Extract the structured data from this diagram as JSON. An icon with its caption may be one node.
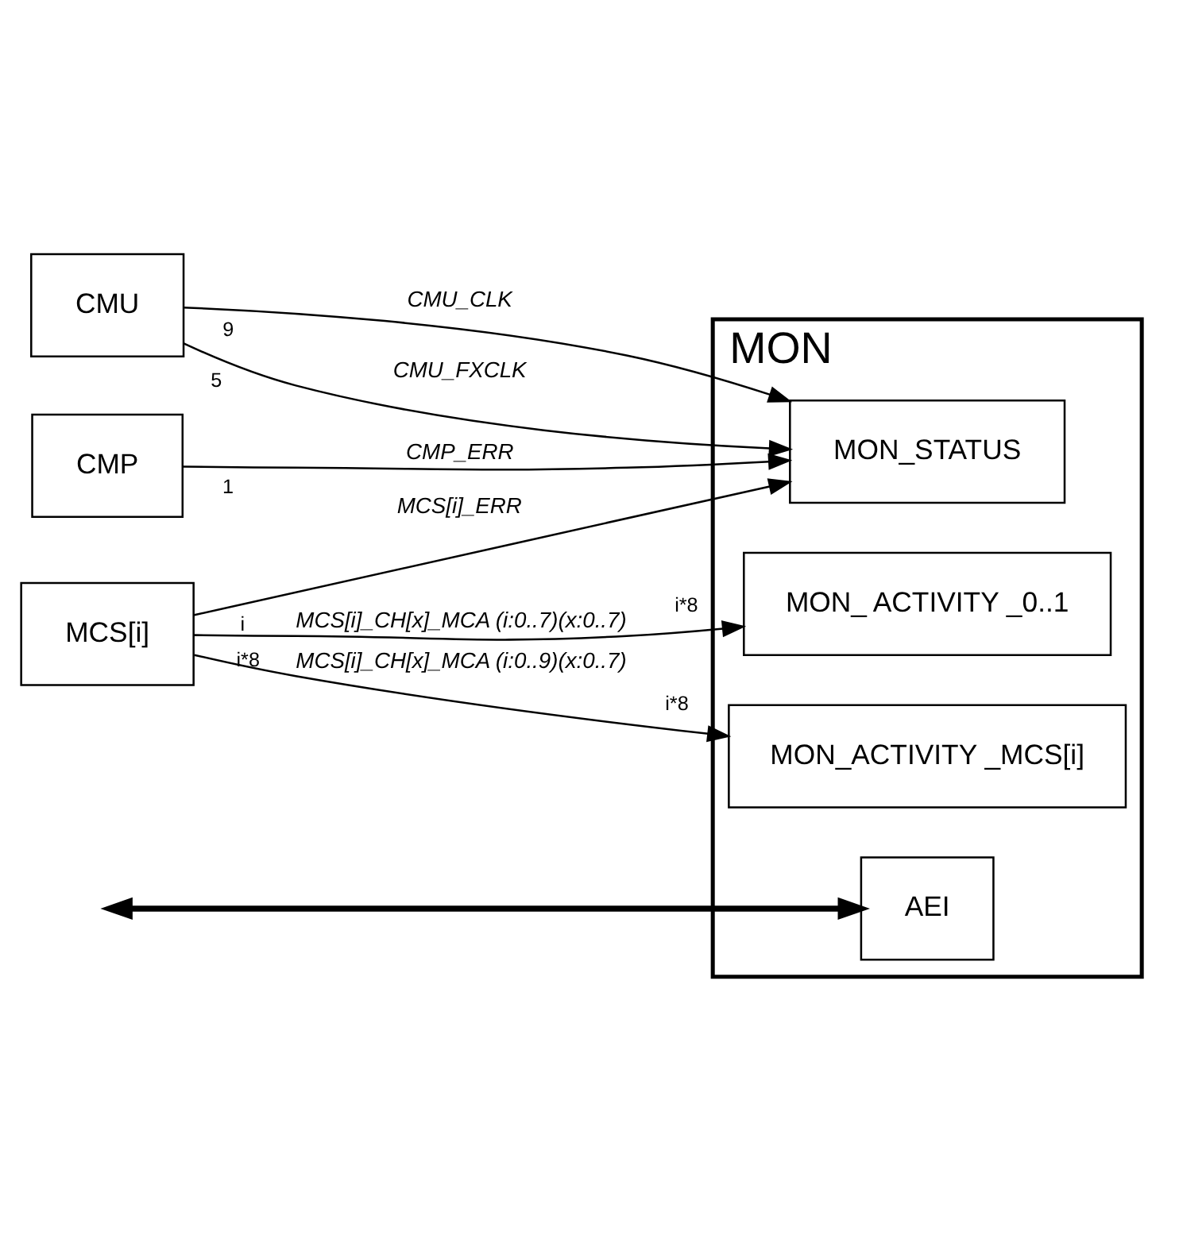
{
  "diagram": {
    "nodes": [
      {
        "text": [
          "MON"
        ]
      },
      {
        "text": [
          "CMU"
        ]
      },
      {
        "text": [
          "CMP"
        ]
      },
      {
        "text": [
          "MCS[i]"
        ]
      },
      {
        "text": [
          "MON_STATUS"
        ],
        "in": 0
      },
      {
        "text": [
          "MON_ ACTIVITY _0..1"
        ],
        "in": 0
      },
      {
        "text": [
          "MON_ACTIVITY _MCS[i]"
        ],
        "in": 0
      },
      {
        "text": [
          "AEI"
        ],
        "in": 0
      }
    ],
    "edges": [
      {
        "from": 1,
        "to": 4,
        "arrow": "to",
        "label": "CMU_CLK"
      },
      {
        "from": 1,
        "to": 4,
        "arrow": "to",
        "label": "CMU_FXCLK"
      },
      {
        "from": 2,
        "to": 4,
        "arrow": "to",
        "label": "CMP_ERR"
      },
      {
        "from": 3,
        "to": 4,
        "arrow": "to",
        "label": "MCS[i]_ERR"
      },
      {
        "from": 3,
        "to": 5,
        "arrow": "to",
        "label": "MCS[i]_CH[x]_MCA (i:0..7)(x:0..7)"
      },
      {
        "from": 3,
        "to": 6,
        "arrow": "to",
        "label": "MCS[i]_CH[x]_MCA (i:0..9)(x:0..7)"
      },
      {
        "from": null,
        "to": 7,
        "arrow": "both",
        "style": "thick"
      }
    ],
    "labels": [
      "9",
      "5",
      "1",
      "i",
      "i*8",
      "i*8",
      "i*8"
    ]
  }
}
